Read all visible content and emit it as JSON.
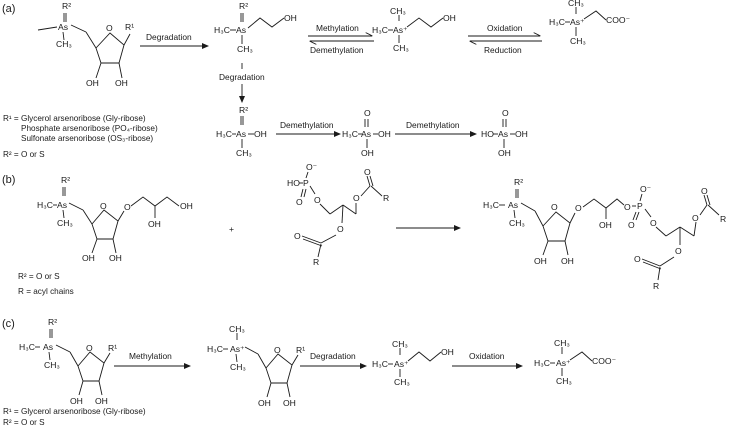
{
  "panels": {
    "a": "(a)",
    "b": "(b)",
    "c": "(c)"
  },
  "arrows": {
    "a_degradation_1": "Degradation",
    "a_methylation": "Methylation",
    "a_demethylation_1": "Demethylation",
    "a_oxidation": "Oxidation",
    "a_reduction": "Reduction",
    "a_degradation_2": "Degradation",
    "a_demethylation_2": "Demethylation",
    "a_demethylation_3": "Demethylation",
    "c_methylation": "Methylation",
    "c_degradation": "Degradation",
    "c_oxidation": "Oxidation"
  },
  "atoms": {
    "As": "As",
    "As_plus": "As⁺",
    "OH": "OH",
    "O": "O",
    "HO": "HO",
    "H3C": "H₃C",
    "CH3": "CH₃",
    "R1": "R¹",
    "R2": "R²",
    "R": "R",
    "P": "P",
    "COO": "COO⁻",
    "O_minus": "O⁻",
    "plus": "+"
  },
  "notes": {
    "a_r1_line1": "R¹ = Glycerol arsenoribose (Gly-ribose)",
    "a_r1_line2": "Phosphate arsenoribose (PO₄-ribose)",
    "a_r1_line3": "Sulfonate arsenoribose (OS₃-ribose)",
    "a_r2": "R² = O or S",
    "b_r2": "R² = O or S",
    "b_r": "R  = acyl chains",
    "c_r1": "R¹ = Glycerol arsenoribose (Gly-ribose)",
    "c_r2": "R² = O or S"
  }
}
